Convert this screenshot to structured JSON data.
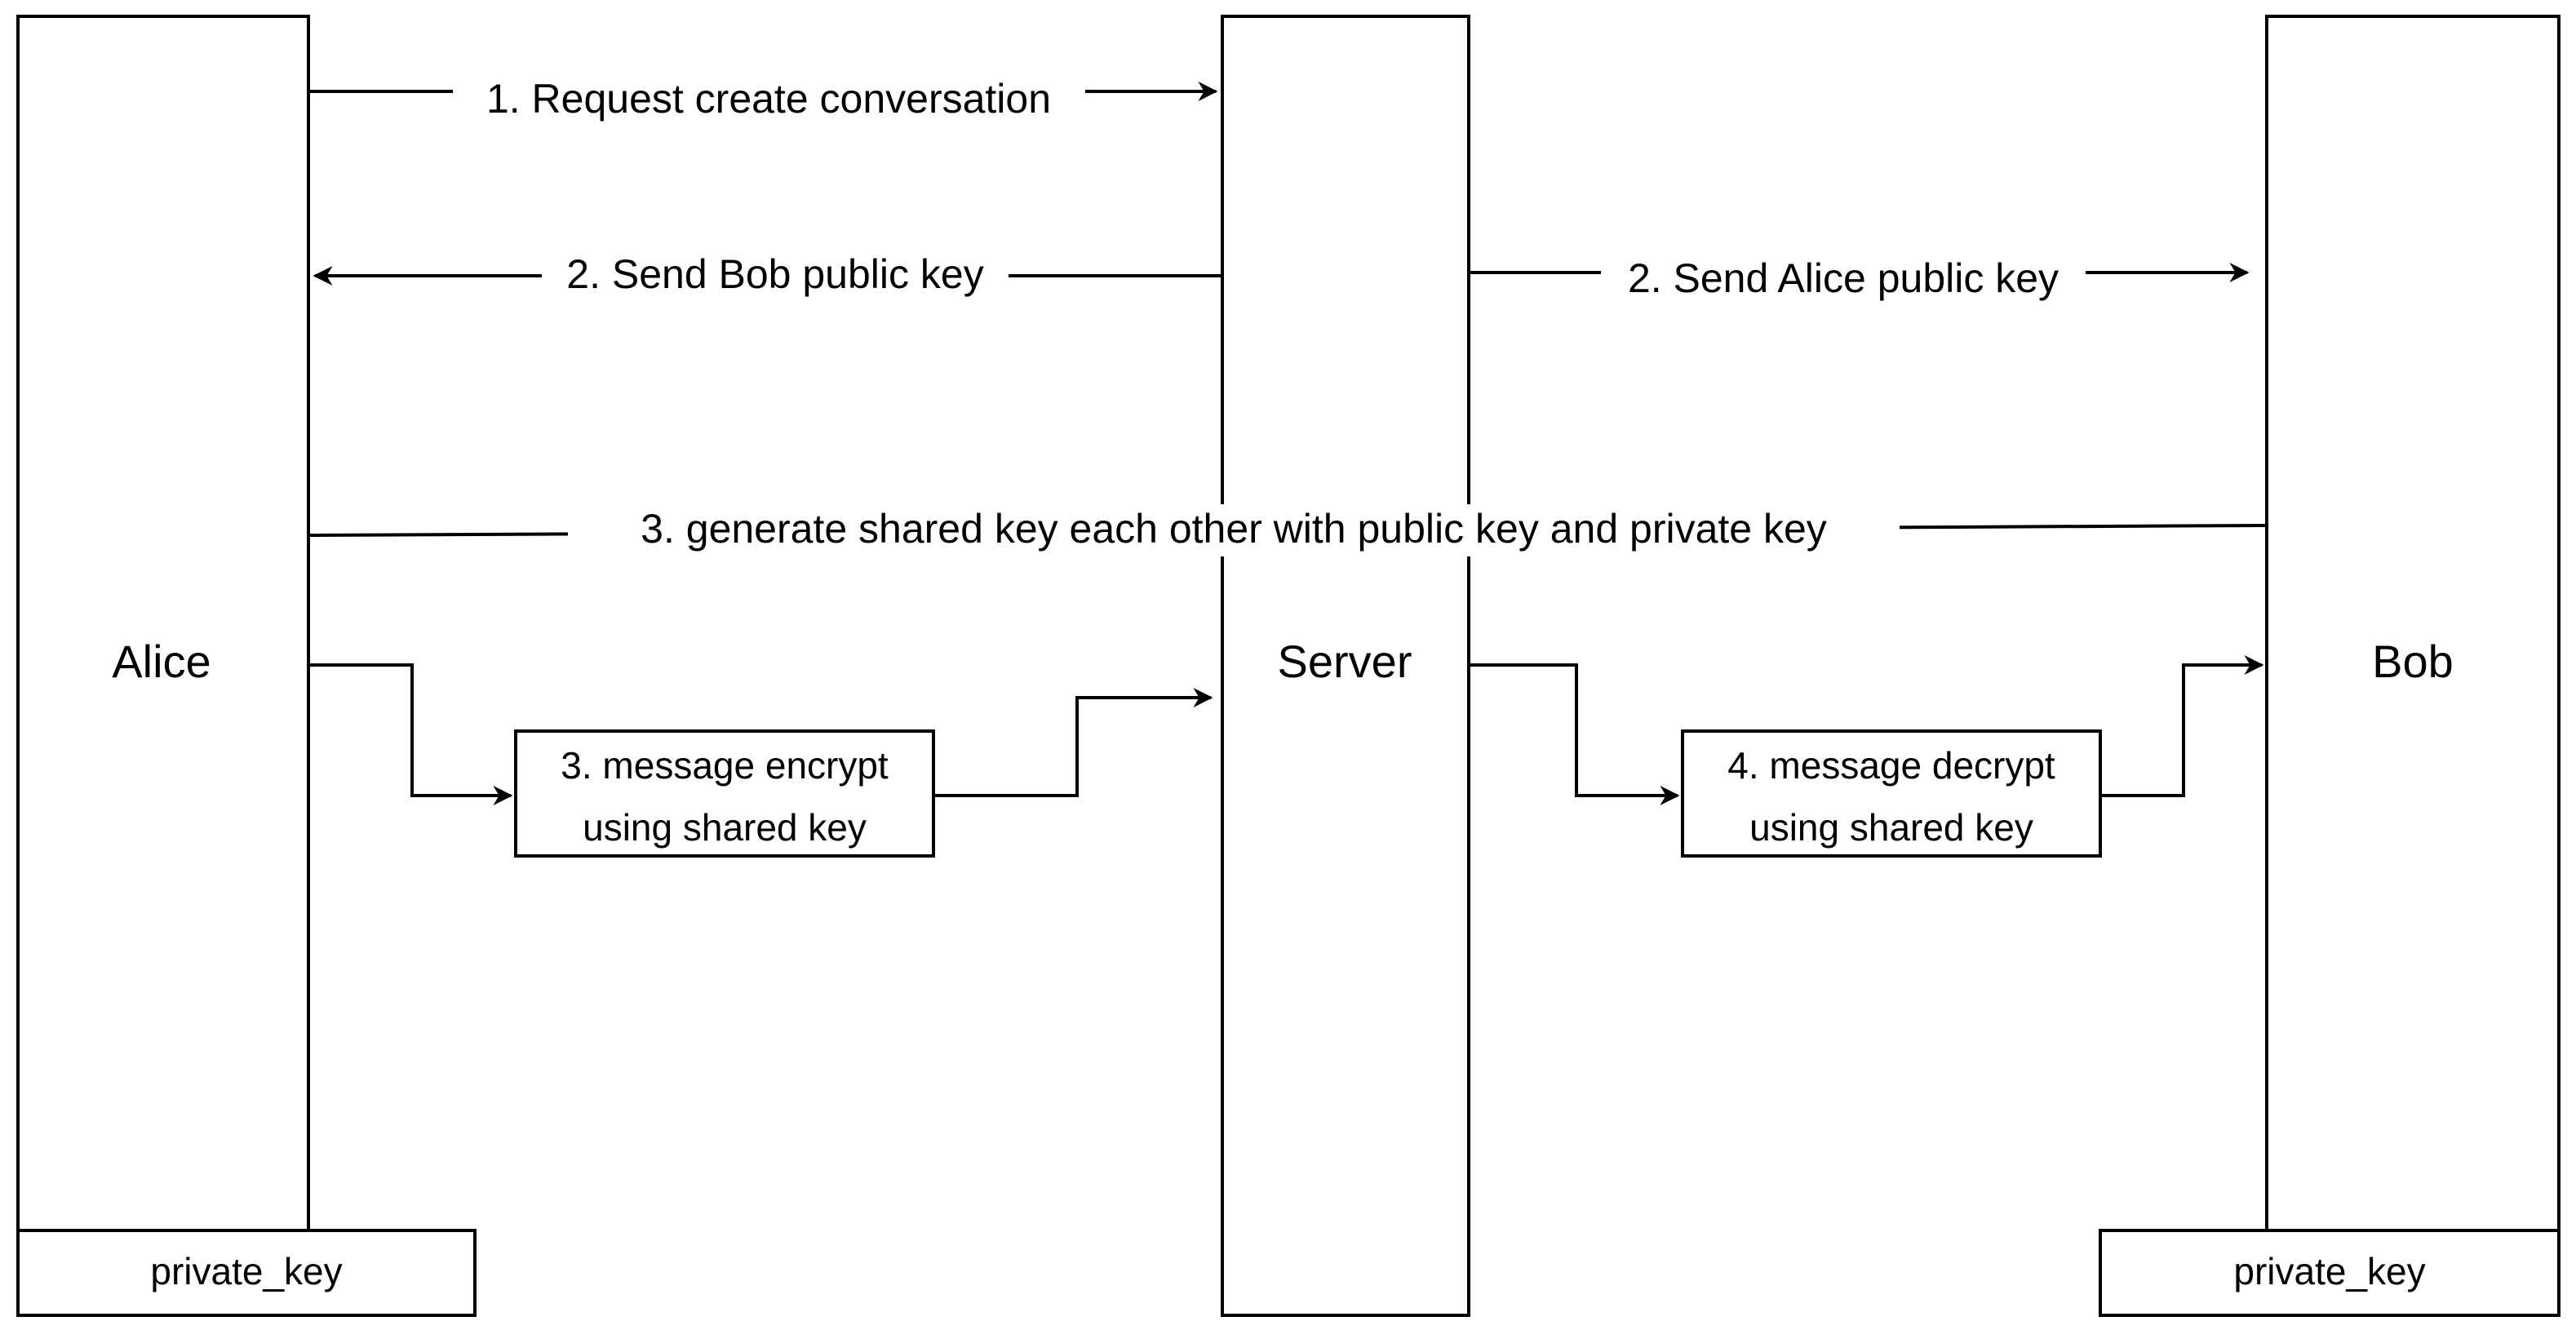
{
  "actors": {
    "alice": "Alice",
    "server": "Server",
    "bob": "Bob"
  },
  "keys": {
    "alice_key": "private_key",
    "bob_key": "private_key"
  },
  "steps": {
    "request_create": "1. Request create conversation",
    "send_bob_key": "2. Send Bob public key",
    "send_alice_key": "2. Send Alice public key",
    "generate_shared": "3. generate shared key each other with public key and private key"
  },
  "boxes": {
    "encrypt_line1": "3. message encrypt",
    "encrypt_line2": "using shared key",
    "decrypt_line1": "4. message decrypt",
    "decrypt_line2": "using shared key"
  },
  "colors": {
    "stroke": "#000000",
    "background": "#ffffff"
  }
}
